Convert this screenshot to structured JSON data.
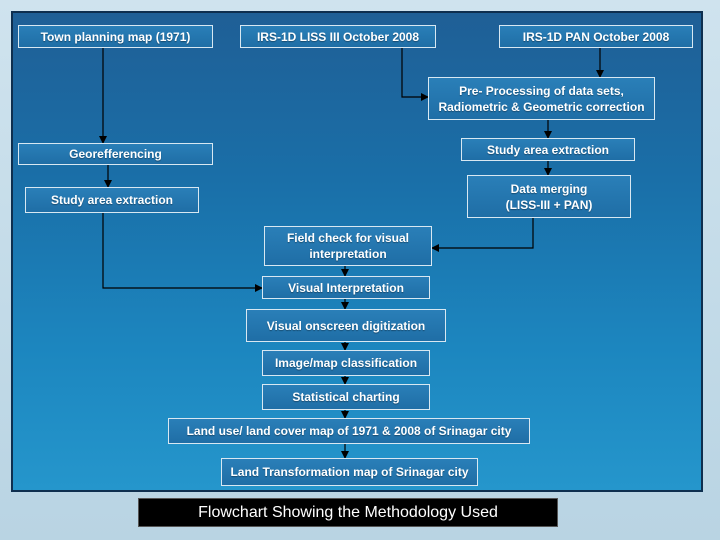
{
  "flowchart": {
    "nodes": {
      "town_planning": "Town planning map (1971)",
      "irs_liss": "IRS-1D LISS III October 2008",
      "irs_pan": "IRS-1D PAN October 2008",
      "preprocessing": "Pre- Processing of data sets,\nRadiometric & Geometric correction",
      "georeferencing": "Georefferencing",
      "study_area_right": "Study area extraction",
      "study_area_left": "Study area extraction",
      "data_merging": "Data merging\n(LISS-III + PAN)",
      "field_check": "Field check for visual\ninterpretation",
      "visual_interpretation": "Visual Interpretation",
      "visual_digitization": "Visual onscreen digitization",
      "classification": "Image/map classification",
      "statistical_charting": "Statistical charting",
      "land_use_map": "Land use/ land cover map of 1971 & 2008 of Srinagar city",
      "land_transformation_map": "Land Transformation map of Srinagar city"
    }
  },
  "caption": "Flowchart Showing  the Methodology Used",
  "colors": {
    "frame_top": "#1f5f96",
    "frame_bottom": "#2596cc",
    "box_border": "#d8e8f2",
    "arrow": "#000000",
    "page_background": "#cfe3ee"
  }
}
